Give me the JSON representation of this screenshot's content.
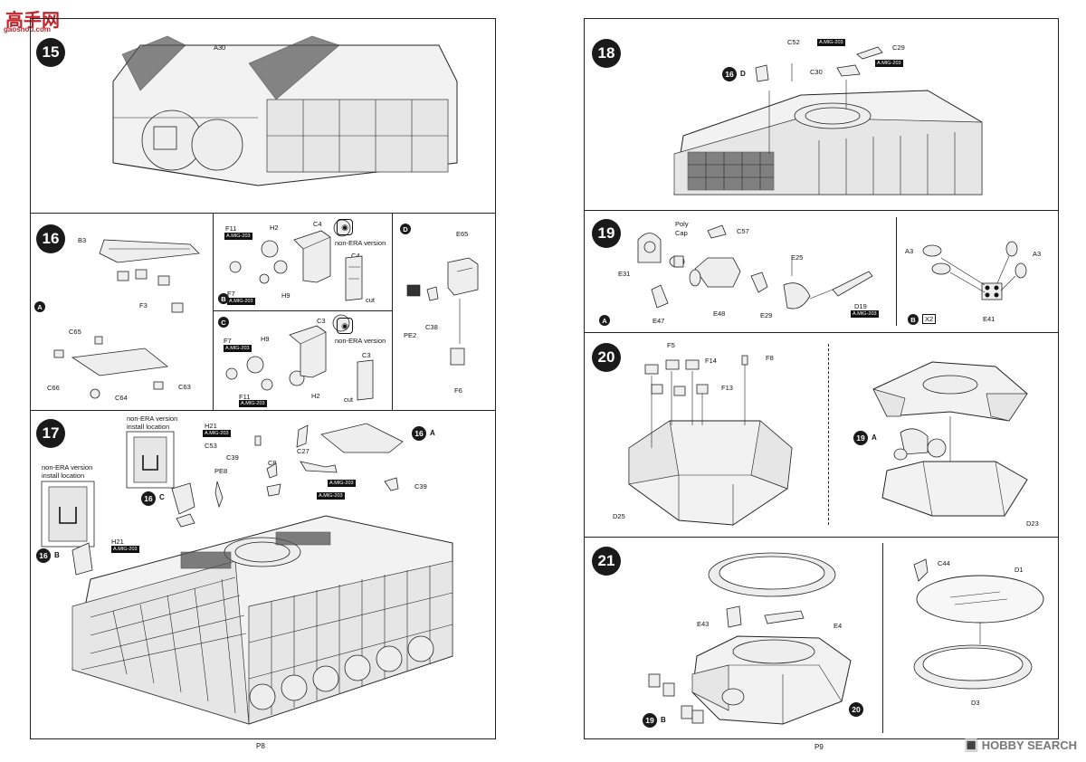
{
  "watermark": {
    "brand": "高手网",
    "url": "gaoshou.com",
    "corner": "🔳 HOBBY SEARCH"
  },
  "pages": {
    "left_number": "P8",
    "right_number": "P9"
  },
  "steps": {
    "s15": {
      "number": "15",
      "parts": [
        "A30"
      ]
    },
    "s16": {
      "number": "16",
      "panelA": {
        "letter": "A",
        "parts": [
          "B3",
          "F3",
          "C65",
          "C66",
          "C64",
          "C63"
        ]
      },
      "panelB": {
        "letter": "B",
        "parts": [
          "F11",
          "H2",
          "C4",
          "F7",
          "H9",
          "C4"
        ],
        "paint_f11": "A.MIG-203",
        "paint_f7": "A.MIG-203",
        "note": "non-ERA version",
        "cut": "cut"
      },
      "panelC": {
        "letter": "C",
        "parts": [
          "C3",
          "F7",
          "H9",
          "C3",
          "F11",
          "H2"
        ],
        "paint_f7": "A.MIG-203",
        "paint_f11": "A.MIG-203",
        "note": "non-ERA version",
        "cut": "cut"
      },
      "panelD": {
        "letter": "D",
        "parts": [
          "E65",
          "PE2",
          "C38",
          "F6"
        ]
      }
    },
    "s17": {
      "number": "17",
      "note1": "non-ERA version\ninstall location",
      "note2": "non-ERA version\ninstall location",
      "ref_16A": {
        "num": "16",
        "letter": "A"
      },
      "ref_16B": {
        "num": "16",
        "letter": "B"
      },
      "ref_16C": {
        "num": "16",
        "letter": "C"
      },
      "parts": [
        "H21",
        "C53",
        "C39",
        "PE8",
        "C8",
        "C27",
        "C39",
        "H21"
      ],
      "paint_h21_top": "A.MIG-203",
      "paint_c27a": "A.MIG-203",
      "paint_c27b": "A.MIG-203",
      "paint_h21_low": "A.MIG-203"
    },
    "s18": {
      "number": "18",
      "ref_16D": {
        "num": "16",
        "letter": "D"
      },
      "parts": [
        "C52",
        "C29",
        "C30"
      ],
      "paint_a": "A.MIG-203",
      "paint_b": "A.MIG-203"
    },
    "s19": {
      "number": "19",
      "panelA": {
        "letter": "A",
        "parts": [
          "E31",
          "Poly",
          "Cap",
          "C57",
          "E47",
          "E48",
          "E29",
          "E25",
          "D19"
        ],
        "paint": "A.MIG-203"
      },
      "panelB": {
        "letter": "B",
        "parts": [
          "A3",
          "A3",
          "E41"
        ],
        "mult": "X2"
      }
    },
    "s20": {
      "number": "20",
      "ref_19A": {
        "num": "19",
        "letter": "A"
      },
      "parts": [
        "F5",
        "F14",
        "F8",
        "F13",
        "D25",
        "D23"
      ]
    },
    "s21": {
      "number": "21",
      "ref_19B": {
        "num": "19",
        "letter": "B"
      },
      "ref_20": {
        "num": "20"
      },
      "parts": [
        "E43",
        "E4",
        "C44",
        "D1",
        "D3"
      ]
    }
  }
}
